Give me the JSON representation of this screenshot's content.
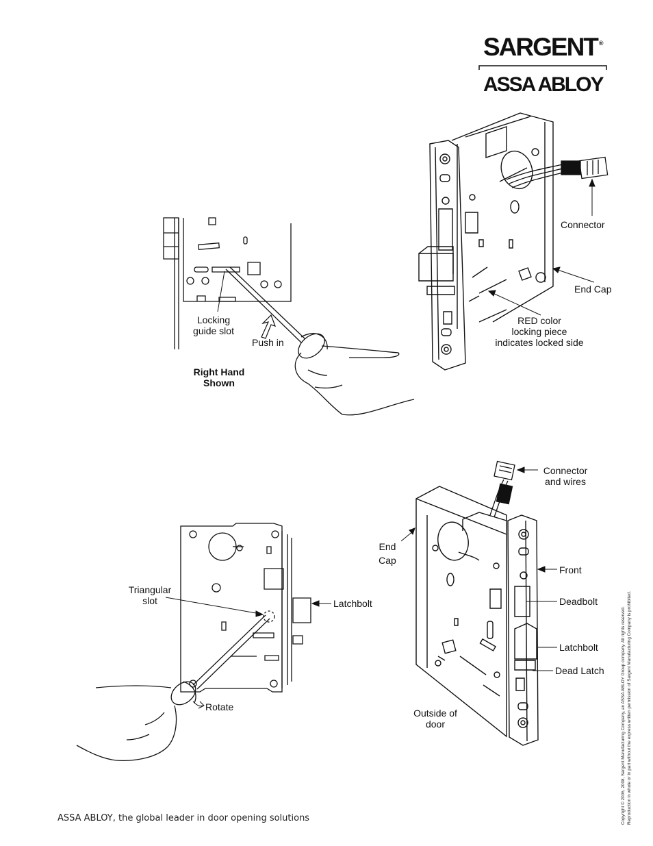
{
  "brand": {
    "name": "SARGENT",
    "registered": "®",
    "parent": "ASSA ABLOY"
  },
  "figure1": {
    "locking_guide_slot": [
      "Locking",
      "guide slot"
    ],
    "push_in": "Push in",
    "right_hand_shown": [
      "Right Hand",
      "Shown"
    ]
  },
  "figure2": {
    "connector": "Connector",
    "end_cap": "End Cap",
    "red_color_locking_piece": [
      "RED color",
      "locking piece",
      "indicates locked side"
    ]
  },
  "figure3": {
    "triangular_slot": [
      "Triangular",
      "slot"
    ],
    "latchbolt": "Latchbolt",
    "rotate": "Rotate"
  },
  "figure4": {
    "connector_and_wires": [
      "Connector",
      "and wires"
    ],
    "end_cap": [
      "End",
      "Cap"
    ],
    "front": "Front",
    "deadbolt": "Deadbolt",
    "latchbolt": "Latchbolt",
    "dead_latch": "Dead Latch",
    "outside_of_door": [
      "Outside of",
      "door"
    ]
  },
  "footer": {
    "tagline": "ASSA ABLOY, the global leader in door opening solutions",
    "copyright_line1": "Copyright © 2006, 2008, Sargent Manufacturing Company, an ASSA ABLOY Group company. All rights reserved.",
    "copyright_line2": "Reproduction in whole or in part without the express written permission of Sargent Manufacturing Company is prohibited."
  }
}
